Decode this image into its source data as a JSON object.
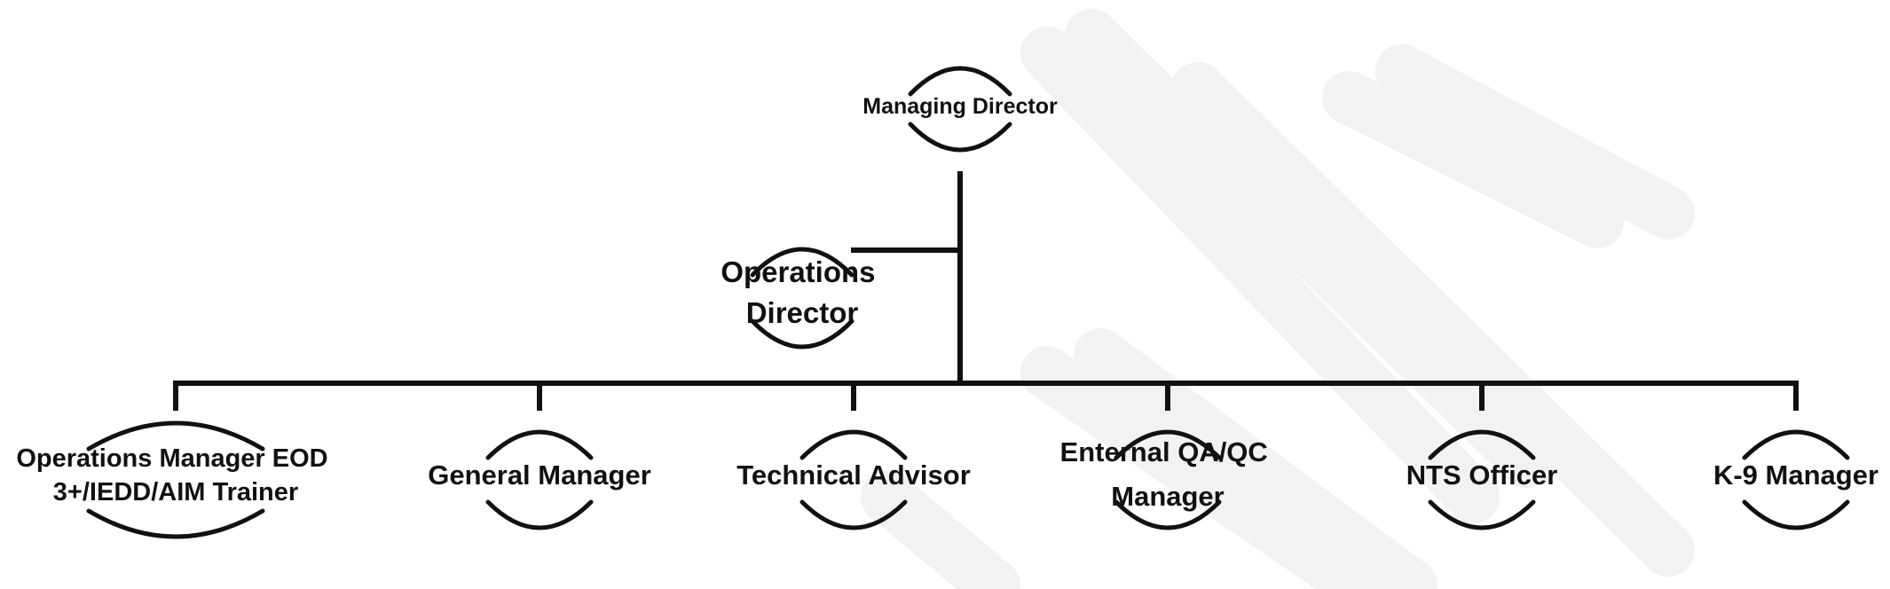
{
  "diagram": {
    "root": {
      "label_lines": [
        "Managing Director"
      ]
    },
    "assistant": {
      "label_lines": [
        "Operations",
        "Director"
      ]
    },
    "reports": [
      {
        "label_lines": [
          "Operations Manager EOD",
          "3+/IEDD/AIM Trainer"
        ]
      },
      {
        "label_lines": [
          "General Manager"
        ]
      },
      {
        "label_lines": [
          "Technical Advisor"
        ]
      },
      {
        "label_lines": [
          "Enternal QA/QC",
          "Manager"
        ]
      },
      {
        "label_lines": [
          "NTS Officer"
        ]
      },
      {
        "label_lines": [
          "K-9 Manager"
        ]
      }
    ]
  },
  "colors": {
    "line": "#111111",
    "watermark": "#f2f2f2"
  }
}
